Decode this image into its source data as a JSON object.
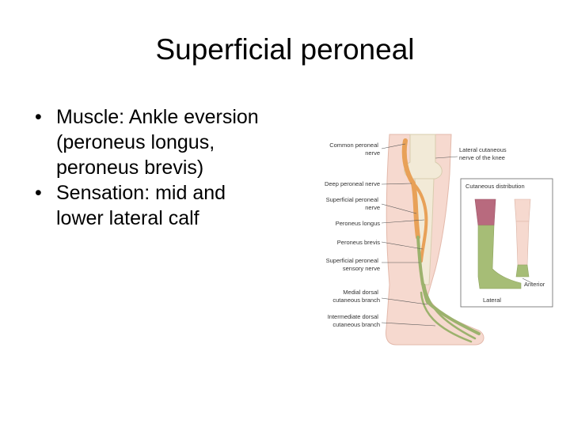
{
  "slide": {
    "title": "Superficial peroneal",
    "bullets": [
      {
        "marker": "•",
        "text": "Muscle: Ankle eversion (peroneus longus, peroneus brevis)"
      },
      {
        "marker": "•",
        "text": "Sensation: mid and lower lateral calf"
      }
    ]
  },
  "figure": {
    "left_labels": [
      [
        "Common peroneal",
        "nerve"
      ],
      [
        "Deep peroneal nerve"
      ],
      [
        "Superficial peroneal",
        "nerve"
      ],
      [
        "Peroneus longus"
      ],
      [
        "Peroneus brevis"
      ],
      [
        "Superficial peroneal",
        "sensory nerve"
      ],
      [
        "Medial dorsal",
        "cutaneous branch"
      ],
      [
        "Intermediate dorsal",
        "cutaneous branch"
      ]
    ],
    "right_label": [
      "Lateral cutaneous",
      "nerve of the knee"
    ],
    "inset_title": "Cutaneous distribution",
    "inset_anterior": "Anterior",
    "inset_lateral": "Lateral"
  },
  "colors": {
    "skin": "#f6d9cf",
    "bone": "#f2ead7",
    "nerve_orange": "#e8a158",
    "nerve_green": "#9cb26d",
    "inset_pink": "#b86a7e",
    "inset_green": "#a6bd76"
  }
}
